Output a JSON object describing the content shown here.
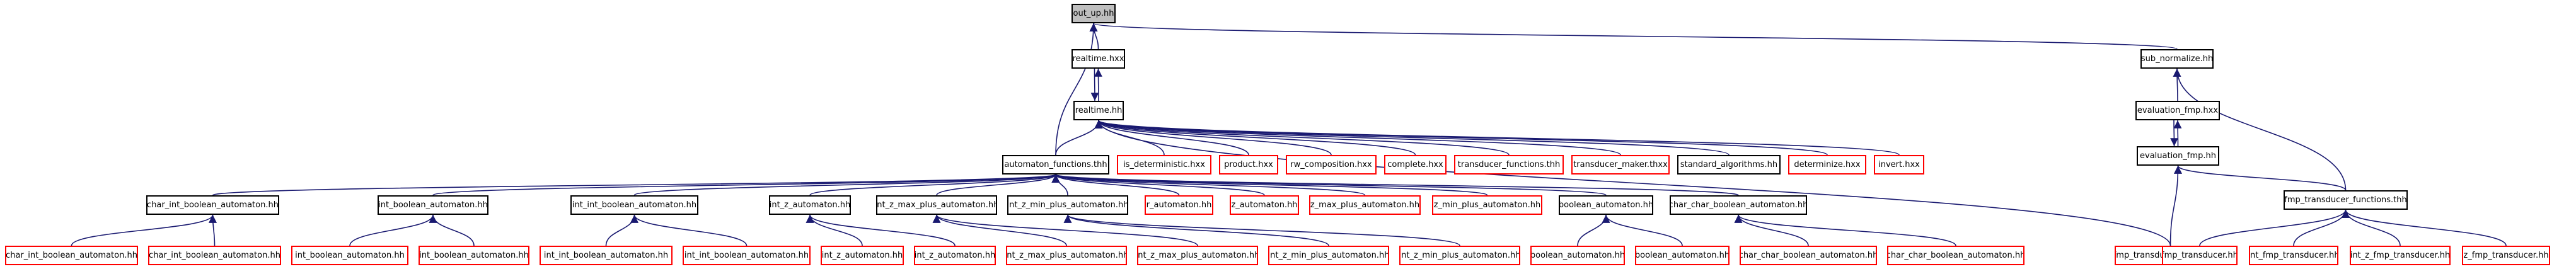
{
  "colors": {
    "edge": "#191970",
    "border_default": "#000000",
    "border_external": "#ff0000",
    "root_fill": "#bfbfbf"
  },
  "nodes": [
    {
      "id": "root",
      "label": "out_up.hh",
      "style": "root"
    },
    {
      "id": "realtime_hxx",
      "label": "realtime.hxx",
      "style": "black"
    },
    {
      "id": "sub_normalize",
      "label": "sub_normalize.hh",
      "style": "black"
    },
    {
      "id": "realtime_hh",
      "label": "realtime.hh",
      "style": "black"
    },
    {
      "id": "eval_fmp_hxx",
      "label": "evaluation_fmp.hxx",
      "style": "black"
    },
    {
      "id": "eval_fmp_hh",
      "label": "evaluation_fmp.hh",
      "style": "black"
    },
    {
      "id": "automaton_functions",
      "label": "automaton_functions.thh",
      "style": "black"
    },
    {
      "id": "is_deterministic",
      "label": "is_deterministic.hxx",
      "style": "red"
    },
    {
      "id": "product",
      "label": "product.hxx",
      "style": "red"
    },
    {
      "id": "rw_composition",
      "label": "rw_composition.hxx",
      "style": "red"
    },
    {
      "id": "complete",
      "label": "complete.hxx",
      "style": "red"
    },
    {
      "id": "transducer_functions",
      "label": "transducer_functions.thh",
      "style": "red"
    },
    {
      "id": "transducer_maker_thxx",
      "label": "transducer_maker.thxx",
      "style": "red"
    },
    {
      "id": "standard_algorithms",
      "label": "standard_algorithms.hh",
      "style": "black"
    },
    {
      "id": "determinize",
      "label": "determinize.hxx",
      "style": "red"
    },
    {
      "id": "invert",
      "label": "invert.hxx",
      "style": "red"
    },
    {
      "id": "fmp_transducer_maker",
      "label": "fmp_transducer_maker.thxx",
      "style": "red"
    },
    {
      "id": "fmp_transducer_functions",
      "label": "fmp_transducer_functions.thh",
      "style": "black"
    },
    {
      "id": "char_int_boolean",
      "label": "char_int_boolean_automaton.hh",
      "style": "black"
    },
    {
      "id": "int_boolean",
      "label": "int_boolean_automaton.hh",
      "style": "black"
    },
    {
      "id": "int_int_boolean",
      "label": "int_int_boolean_automaton.hh",
      "style": "black"
    },
    {
      "id": "int_z",
      "label": "int_z_automaton.hh",
      "style": "black"
    },
    {
      "id": "int_z_max_plus",
      "label": "int_z_max_plus_automaton.hh",
      "style": "black"
    },
    {
      "id": "int_z_min_plus",
      "label": "int_z_min_plus_automaton.hh",
      "style": "black"
    },
    {
      "id": "r_automaton",
      "label": "r_automaton.hh",
      "style": "red"
    },
    {
      "id": "z_automaton",
      "label": "z_automaton.hh",
      "style": "red"
    },
    {
      "id": "z_max_plus",
      "label": "z_max_plus_automaton.hh",
      "style": "red"
    },
    {
      "id": "z_min_plus",
      "label": "z_min_plus_automaton.hh",
      "style": "red"
    },
    {
      "id": "boolean_automaton",
      "label": "boolean_automaton.hh",
      "style": "black"
    },
    {
      "id": "char_char_boolean",
      "label": "char_char_boolean_automaton.hh",
      "style": "black"
    },
    {
      "id": "l_char_int_1",
      "label": "char_int_boolean_automaton.hh",
      "style": "red"
    },
    {
      "id": "l_char_int_2",
      "label": "char_int_boolean_automaton.hh",
      "style": "red"
    },
    {
      "id": "l_int_bool_1",
      "label": "int_boolean_automaton.hh",
      "style": "red"
    },
    {
      "id": "l_int_bool_2",
      "label": "int_boolean_automaton.hh",
      "style": "red"
    },
    {
      "id": "l_int_int_1",
      "label": "int_int_boolean_automaton.hh",
      "style": "red"
    },
    {
      "id": "l_int_int_2",
      "label": "int_int_boolean_automaton.hh",
      "style": "red"
    },
    {
      "id": "l_int_z_1",
      "label": "int_z_automaton.hh",
      "style": "red"
    },
    {
      "id": "l_int_z_2",
      "label": "int_z_automaton.hh",
      "style": "red"
    },
    {
      "id": "l_int_zmax_1",
      "label": "int_z_max_plus_automaton.hh",
      "style": "red"
    },
    {
      "id": "l_int_zmax_2",
      "label": "int_z_max_plus_automaton.hh",
      "style": "red"
    },
    {
      "id": "l_int_zmin_1",
      "label": "int_z_min_plus_automaton.hh",
      "style": "red"
    },
    {
      "id": "l_int_zmin_2",
      "label": "int_z_min_plus_automaton.hh",
      "style": "red"
    },
    {
      "id": "l_bool_1",
      "label": "boolean_automaton.hh",
      "style": "red"
    },
    {
      "id": "l_bool_2",
      "label": "boolean_automaton.hh",
      "style": "red"
    },
    {
      "id": "l_char_char_1",
      "label": "char_char_boolean_automaton.hh",
      "style": "red"
    },
    {
      "id": "l_char_char_2",
      "label": "char_char_boolean_automaton.hh",
      "style": "red"
    },
    {
      "id": "fmp_transducer",
      "label": "fmp_transducer.hh",
      "style": "red"
    },
    {
      "id": "int_fmp_transducer",
      "label": "int_fmp_transducer.hh",
      "style": "red"
    },
    {
      "id": "int_z_fmp_transducer",
      "label": "int_z_fmp_transducer.hh",
      "style": "red"
    },
    {
      "id": "z_fmp_transducer",
      "label": "z_fmp_transducer.hh",
      "style": "red"
    }
  ],
  "edges": [
    [
      "realtime_hxx",
      "root"
    ],
    [
      "sub_normalize",
      "root"
    ],
    [
      "automaton_functions",
      "root"
    ],
    [
      "realtime_hh",
      "realtime_hxx"
    ],
    [
      "realtime_hxx",
      "realtime_hh"
    ],
    [
      "eval_fmp_hxx",
      "sub_normalize"
    ],
    [
      "fmp_transducer_functions",
      "sub_normalize"
    ],
    [
      "eval_fmp_hh",
      "eval_fmp_hxx"
    ],
    [
      "eval_fmp_hxx",
      "eval_fmp_hh"
    ],
    [
      "fmp_transducer_maker",
      "eval_fmp_hh"
    ],
    [
      "fmp_transducer_functions",
      "eval_fmp_hh"
    ],
    [
      "automaton_functions",
      "realtime_hh"
    ],
    [
      "is_deterministic",
      "realtime_hh"
    ],
    [
      "product",
      "realtime_hh"
    ],
    [
      "rw_composition",
      "realtime_hh"
    ],
    [
      "complete",
      "realtime_hh"
    ],
    [
      "transducer_functions",
      "realtime_hh"
    ],
    [
      "transducer_maker_thxx",
      "realtime_hh"
    ],
    [
      "standard_algorithms",
      "realtime_hh"
    ],
    [
      "determinize",
      "realtime_hh"
    ],
    [
      "invert",
      "realtime_hh"
    ],
    [
      "fmp_transducer_maker",
      "realtime_hh"
    ],
    [
      "char_int_boolean",
      "automaton_functions"
    ],
    [
      "int_boolean",
      "automaton_functions"
    ],
    [
      "int_int_boolean",
      "automaton_functions"
    ],
    [
      "int_z",
      "automaton_functions"
    ],
    [
      "int_z_max_plus",
      "automaton_functions"
    ],
    [
      "int_z_min_plus",
      "automaton_functions"
    ],
    [
      "r_automaton",
      "automaton_functions"
    ],
    [
      "z_automaton",
      "automaton_functions"
    ],
    [
      "z_max_plus",
      "automaton_functions"
    ],
    [
      "z_min_plus",
      "automaton_functions"
    ],
    [
      "boolean_automaton",
      "automaton_functions"
    ],
    [
      "char_char_boolean",
      "automaton_functions"
    ],
    [
      "l_char_int_1",
      "char_int_boolean"
    ],
    [
      "l_char_int_2",
      "char_int_boolean"
    ],
    [
      "l_int_bool_1",
      "int_boolean"
    ],
    [
      "l_int_bool_2",
      "int_boolean"
    ],
    [
      "l_int_int_1",
      "int_int_boolean"
    ],
    [
      "l_int_int_2",
      "int_int_boolean"
    ],
    [
      "l_int_z_1",
      "int_z"
    ],
    [
      "l_int_z_2",
      "int_z"
    ],
    [
      "l_int_zmax_1",
      "int_z_max_plus"
    ],
    [
      "l_int_zmax_2",
      "int_z_max_plus"
    ],
    [
      "l_int_zmin_1",
      "int_z_min_plus"
    ],
    [
      "l_int_zmin_2",
      "int_z_min_plus"
    ],
    [
      "l_bool_1",
      "boolean_automaton"
    ],
    [
      "l_bool_2",
      "boolean_automaton"
    ],
    [
      "l_char_char_1",
      "char_char_boolean"
    ],
    [
      "l_char_char_2",
      "char_char_boolean"
    ],
    [
      "fmp_transducer",
      "fmp_transducer_functions"
    ],
    [
      "int_fmp_transducer",
      "fmp_transducer_functions"
    ],
    [
      "int_z_fmp_transducer",
      "fmp_transducer_functions"
    ],
    [
      "z_fmp_transducer",
      "fmp_transducer_functions"
    ]
  ]
}
